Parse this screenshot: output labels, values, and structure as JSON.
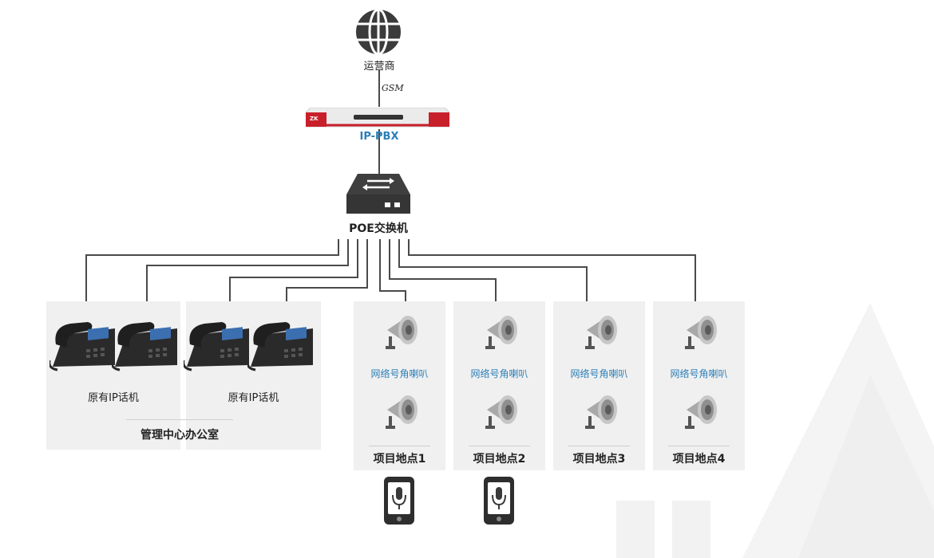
{
  "carrier": {
    "label": "运营商",
    "icon": "globe-icon"
  },
  "link": {
    "label": "GSM"
  },
  "pbx": {
    "label": "IP-PBX",
    "brand": "ZK",
    "icon": "pbx-device-icon"
  },
  "switch": {
    "label": "POE交换机",
    "icon": "switch-icon"
  },
  "office": {
    "groups": [
      {
        "label": "原有IP话机"
      },
      {
        "label": "原有IP话机"
      }
    ],
    "title": "管理中心办公室"
  },
  "sites": [
    {
      "horn_label": "网络号角喇叭",
      "title": "项目地点1",
      "has_mic_terminal": true
    },
    {
      "horn_label": "网络号角喇叭",
      "title": "项目地点2",
      "has_mic_terminal": true
    },
    {
      "horn_label": "网络号角喇叭",
      "title": "项目地点3",
      "has_mic_terminal": false
    },
    {
      "horn_label": "网络号角喇叭",
      "title": "项目地点4",
      "has_mic_terminal": false
    }
  ],
  "colors": {
    "wire": "#4a4a4a",
    "accent_blue": "#2b7fb8",
    "pbx_red": "#c8202b",
    "panel": "#f0f0f0"
  }
}
